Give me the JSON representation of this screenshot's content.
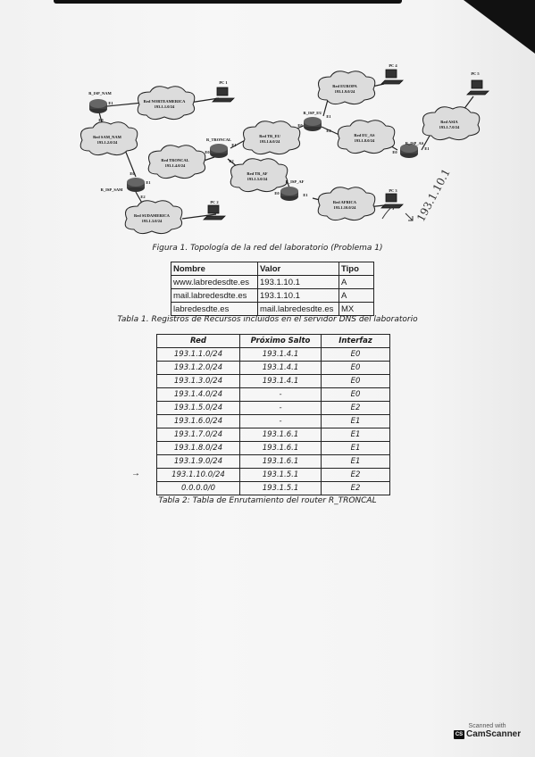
{
  "diagram": {
    "routers": [
      "R_ISP_NAM",
      "R_TRONCAL",
      "R_ISP_EU",
      "R_ISP_AS",
      "R_ISP_SAM",
      "R_ISP_AF"
    ],
    "networks": [
      {
        "name": "Red NORTEAMERICA",
        "addr": "193.1.1.0/24"
      },
      {
        "name": "Red SAM_NAM",
        "addr": "193.1.2.0/24"
      },
      {
        "name": "Red TRONCAL",
        "addr": "193.1.4.0/24"
      },
      {
        "name": "Red SUDAMERICA",
        "addr": "193.1.3.0/24"
      },
      {
        "name": "Red TR_EU",
        "addr": "193.1.6.0/24"
      },
      {
        "name": "Red TR_AF",
        "addr": "193.1.5.0/24"
      },
      {
        "name": "Red EUROPA",
        "addr": "193.1.9.0/24"
      },
      {
        "name": "Red EU_AS",
        "addr": "193.1.8.0/24"
      },
      {
        "name": "Red ASIA",
        "addr": "193.1.7.0/24"
      },
      {
        "name": "Red AFRICA",
        "addr": "193.1.10.0/24"
      }
    ],
    "pcs": [
      "PC 1",
      "PC 2",
      "PC 3",
      "PC 4",
      "PC 5"
    ],
    "interfaces": {
      "e0": "E0",
      "e1": "E1",
      "e2": "E2"
    }
  },
  "handwritten_note": "193.1.10.1",
  "figure_caption": "Figura 1. Topología de la red del laboratorio (Problema 1)",
  "dns_table": {
    "headers": [
      "Nombre",
      "Valor",
      "Tipo"
    ],
    "rows": [
      [
        "www.labredesdte.es",
        "193.1.10.1",
        "A"
      ],
      [
        "mail.labredesdte.es",
        "193.1.10.1",
        "A"
      ],
      [
        "labredesdte.es",
        "mail.labredesdte.es",
        "MX"
      ]
    ],
    "caption": "Tabla 1. Registros de Recursos incluidos en el servidor DNS del laboratorio"
  },
  "routing_table": {
    "headers": [
      "Red",
      "Próximo Salto",
      "Interfaz"
    ],
    "rows": [
      [
        "193.1.1.0/24",
        "193.1.4.1",
        "E0"
      ],
      [
        "193.1.2.0/24",
        "193.1.4.1",
        "E0"
      ],
      [
        "193.1.3.0/24",
        "193.1.4.1",
        "E0"
      ],
      [
        "193.1.4.0/24",
        "-",
        "E0"
      ],
      [
        "193.1.5.0/24",
        "-",
        "E2"
      ],
      [
        "193.1.6.0/24",
        "-",
        "E1"
      ],
      [
        "193.1.7.0/24",
        "193.1.6.1",
        "E1"
      ],
      [
        "193.1.8.0/24",
        "193.1.6.1",
        "E1"
      ],
      [
        "193.1.9.0/24",
        "193.1.6.1",
        "E1"
      ],
      [
        "193.1.10.0/24",
        "193.1.5.1",
        "E2"
      ],
      [
        "0.0.0.0/0",
        "193.1.5.1",
        "E2"
      ]
    ],
    "caption": "Tabla 2: Tabla de Enrutamiento del router R_TRONCAL",
    "arrow_mark": "→"
  },
  "scanner": {
    "scanned_with": "Scanned with",
    "brand": "CamScanner",
    "logo": "CS"
  }
}
